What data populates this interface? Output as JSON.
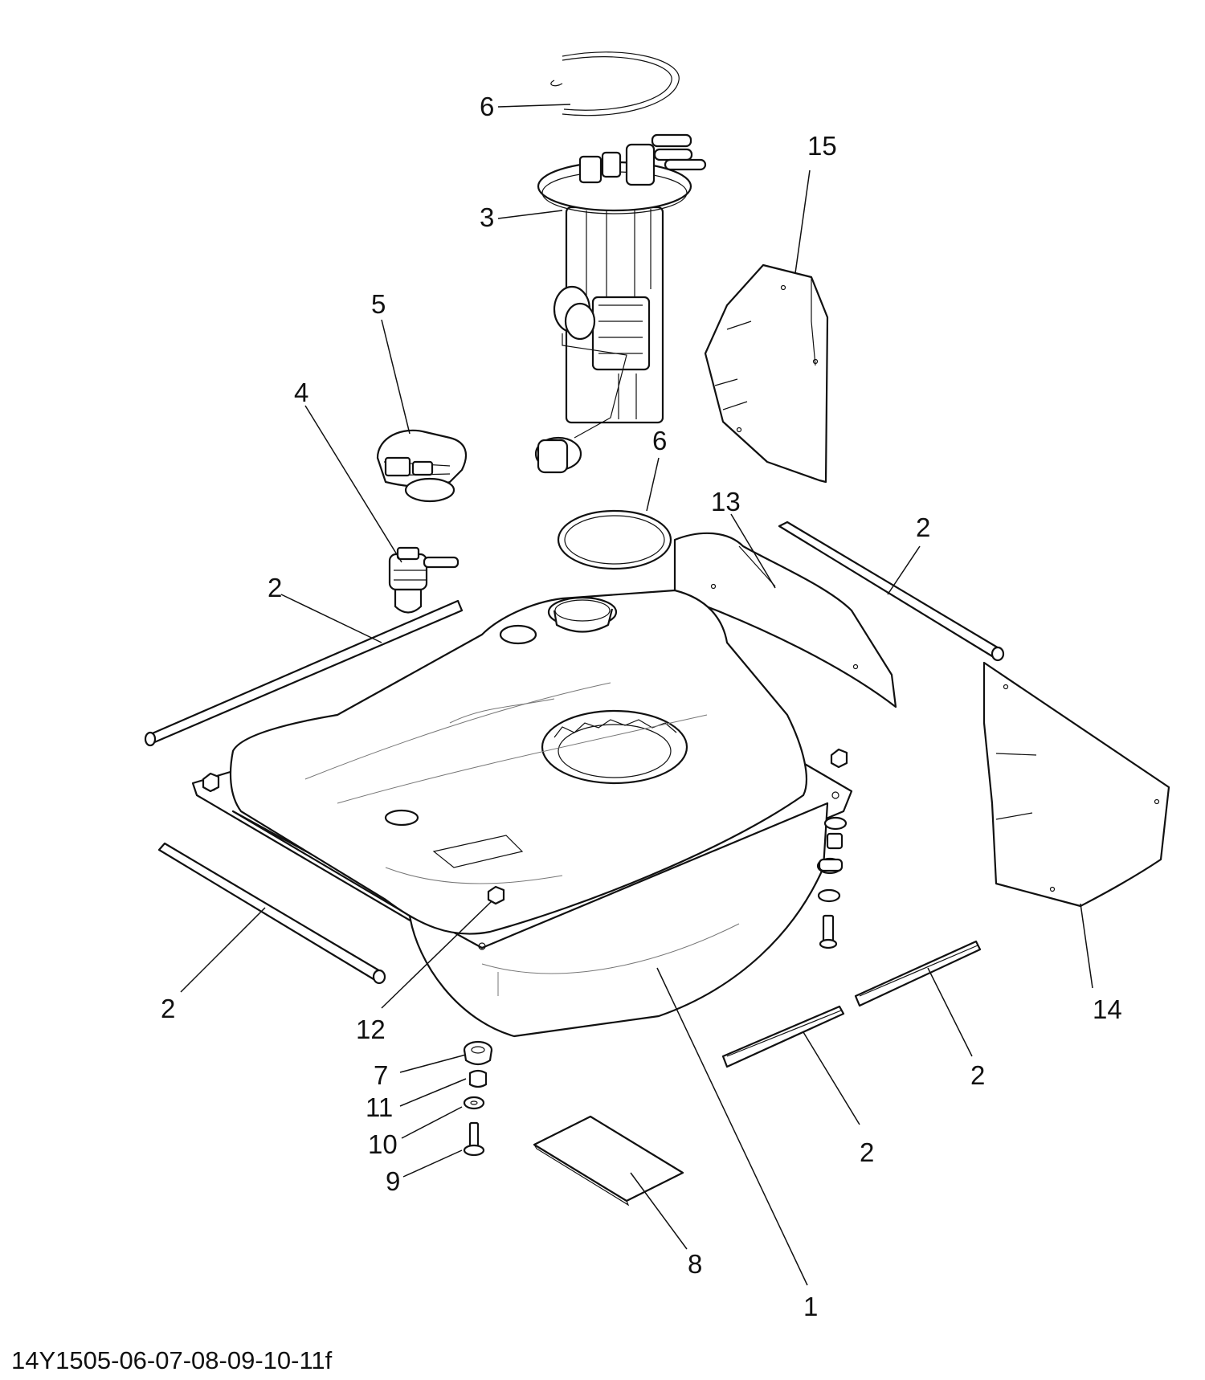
{
  "drawing_code": "14Y1505-06-07-08-09-10-11f",
  "callouts": [
    {
      "id": "c6-top",
      "label": "6"
    },
    {
      "id": "c3",
      "label": "3"
    },
    {
      "id": "c15",
      "label": "15"
    },
    {
      "id": "c5",
      "label": "5"
    },
    {
      "id": "c4",
      "label": "4"
    },
    {
      "id": "c6-mid",
      "label": "6"
    },
    {
      "id": "c13",
      "label": "13"
    },
    {
      "id": "c2-upper-right",
      "label": "2"
    },
    {
      "id": "c2-left",
      "label": "2"
    },
    {
      "id": "c2-lower-left",
      "label": "2"
    },
    {
      "id": "c12",
      "label": "12"
    },
    {
      "id": "c7",
      "label": "7"
    },
    {
      "id": "c11",
      "label": "11"
    },
    {
      "id": "c10",
      "label": "10"
    },
    {
      "id": "c9",
      "label": "9"
    },
    {
      "id": "c8",
      "label": "8"
    },
    {
      "id": "c1",
      "label": "1"
    },
    {
      "id": "c2-bottom-mid",
      "label": "2"
    },
    {
      "id": "c2-bottom-right",
      "label": "2"
    },
    {
      "id": "c14",
      "label": "14"
    }
  ]
}
